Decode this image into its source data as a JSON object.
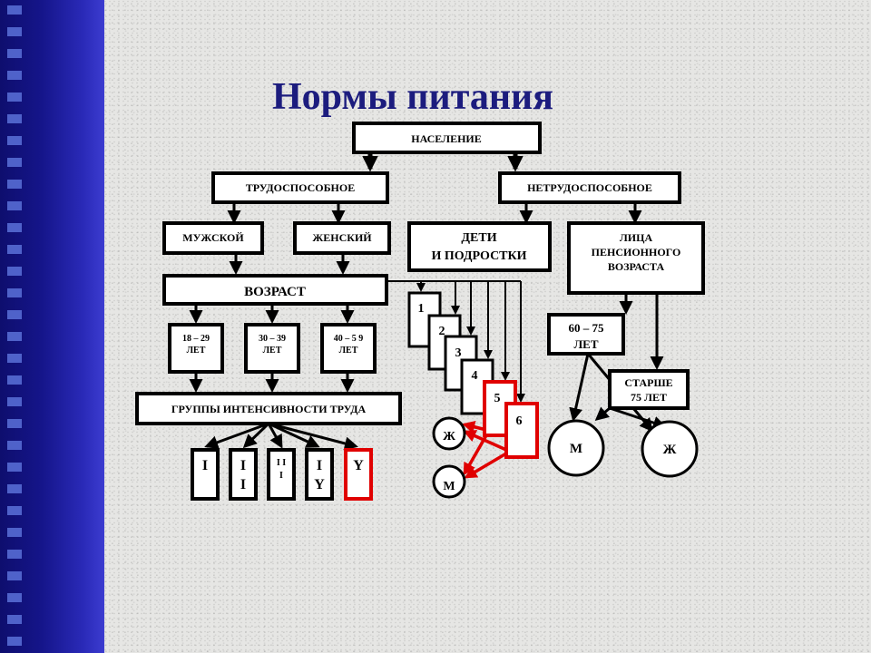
{
  "title": "Нормы питания",
  "nodes": {
    "population": "НАСЕЛЕНИЕ",
    "able": "ТРУДОСПОСОБНОЕ",
    "unable": "НЕТРУДОСПОСОБНОЕ",
    "male": "МУЖСКОЙ",
    "female": "ЖЕНСКИЙ",
    "children_l1": "ДЕТИ",
    "children_l2": "И ПОДРОСТКИ",
    "pension_l1": "ЛИЦА",
    "pension_l2": "ПЕНСИОННОГО",
    "pension_l3": "ВОЗРАСТА",
    "age": "ВОЗРАСТ",
    "age1_l1": "18 – 29",
    "age1_l2": "ЛЕТ",
    "age2_l1": "30 – 39",
    "age2_l2": "ЛЕТ",
    "age3_l1": "40 – 5 9",
    "age3_l2": "ЛЕТ",
    "groups": "ГРУППЫ ИНТЕНСИВНОСТИ ТРУДА",
    "g1": "I",
    "g2_l1": "I",
    "g2_l2": "I",
    "g3_l1": "I I",
    "g3_l2": "I",
    "g4_l1": "I",
    "g4_l2": "Y",
    "g5": "Y",
    "c1": "1",
    "c2": "2",
    "c3": "3",
    "c4": "4",
    "c5": "5",
    "c6": "6",
    "zh_children": "Ж",
    "m_children": "М",
    "p1_l1": "60 – 75",
    "p1_l2": "ЛЕТ",
    "p2_l1": "СТАРШЕ",
    "p2_l2": "75 ЛЕТ",
    "m_pension": "М",
    "zh_pension": "Ж"
  },
  "colors": {
    "title": "#1c1c7e",
    "highlight": "#e00000",
    "sidebar": "#15158a"
  }
}
